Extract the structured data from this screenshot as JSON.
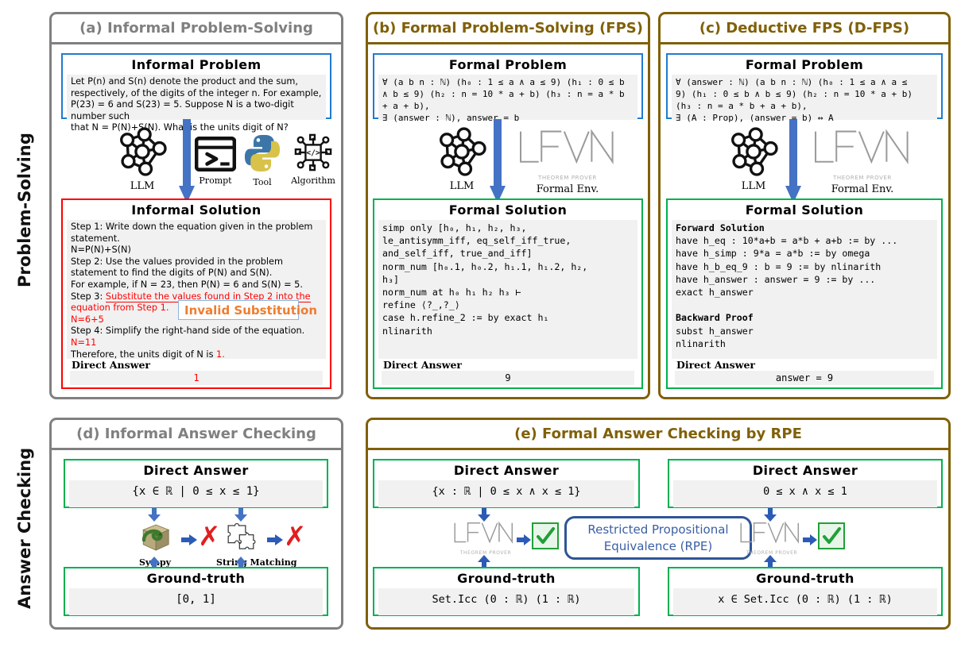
{
  "row_labels": {
    "problem_solving": "Problem-Solving",
    "answer_checking": "Answer Checking"
  },
  "panels": {
    "a": {
      "title": "(a) Informal Problem-Solving",
      "problem": {
        "title": "Informal Problem",
        "text": "Let P(n) and S(n) denote the product and the sum,\nrespectively, of the digits of the integer n. For example,\nP(23) = 6 and S(23) = 5. Suppose N is a two-digit number such\nthat N = P(N)+S(N). What is the units digit of N?"
      },
      "icons": [
        {
          "name": "LLM",
          "icon": "neural-network-icon"
        },
        {
          "name": "Prompt",
          "icon": "terminal-window-icon"
        },
        {
          "name": "Tool",
          "icon": "python-logo-icon"
        },
        {
          "name": "Algorithm",
          "icon": "algorithm-code-icon"
        }
      ],
      "solution": {
        "title": "Informal Solution",
        "lines": [
          {
            "text": "Step 1: Write down the equation given in the problem",
            "style": "black"
          },
          {
            "text": "statement.",
            "style": "black"
          },
          {
            "text": "N=P(N)+S(N)",
            "style": "black"
          },
          {
            "text": "Step 2: Use the values provided in the problem",
            "style": "black"
          },
          {
            "text": "statement to find the digits of P(N) and S(N).",
            "style": "black"
          },
          {
            "text": "For example, if N = 23, then P(N) = 6 and S(N) = 5.",
            "style": "black"
          },
          {
            "text": "Step 3: Substitute the values found in Step 2 into the",
            "style": "mixed-red-underline",
            "prefix": "Step 3: "
          },
          {
            "text": "equation from Step 1.",
            "style": "red"
          },
          {
            "text": "N=6+5",
            "style": "red"
          },
          {
            "text": "Step 4: Simplify the right-hand side of the equation.",
            "style": "black"
          },
          {
            "text": "N=11",
            "style": "red"
          },
          {
            "text": "Therefore, the units digit of N is 1.",
            "style": "mixed-tail-red",
            "tail": "1."
          }
        ],
        "callout": "Invalid Substitution",
        "direct_answer_label": "Direct Answer",
        "direct_answer_value": "1"
      }
    },
    "b": {
      "title": "(b) Formal Problem-Solving (FPS)",
      "problem": {
        "title": "Formal Problem",
        "text": "∀ (a b n : ℕ) (h₀ : 1 ≤ a ∧ a ≤ 9) (h₁ : 0 ≤ b\n∧ b ≤ 9) (h₂ : n = 10 * a + b) (h₃ : n = a * b\n+ a + b),\n∃ (answer : ℕ), answer = b"
      },
      "icons": [
        {
          "name": "LLM",
          "icon": "neural-network-icon"
        },
        {
          "name": "Formal Env.",
          "icon": "lean-theorem-prover-icon"
        }
      ],
      "lean_caption": "THEOREM PROVER",
      "solution": {
        "title": "Formal Solution",
        "text": "simp only [h₀, h₁, h₂, h₃,\nle_antisymm_iff, eq_self_iff_true,\nand_self_iff, true_and_iff]\nnorm_num [h₀.1, h₀.2, h₁.1, h₁.2, h₂,\nh₃]\nnorm_num at h₀ h₁ h₂ h₃ ⊢\nrefine ⟨?_,?_⟩\ncase h.refine_2 := by exact h₁\nnlinarith",
        "direct_answer_label": "Direct Answer",
        "direct_answer_value": "9"
      }
    },
    "c": {
      "title": "(c) Deductive FPS (D-FPS)",
      "problem": {
        "title": "Formal Problem",
        "text": "∀ (answer : ℕ) (a b n : ℕ) (h₀ : 1 ≤ a ∧ a ≤\n9) (h₁ : 0 ≤ b ∧ b ≤ 9) (h₂ : n = 10 * a + b)\n(h₃ : n = a * b + a + b),\n∃ (A : Prop), (answer = b) ↔ A"
      },
      "icons": [
        {
          "name": "LLM",
          "icon": "neural-network-icon"
        },
        {
          "name": "Formal Env.",
          "icon": "lean-theorem-prover-icon"
        }
      ],
      "lean_caption": "THEOREM PROVER",
      "solution": {
        "title": "Formal Solution",
        "text": "Forward Solution\nhave h_eq : 10*a+b = a*b + a+b := by ...\nhave h_simp : 9*a = a*b := by omega\nhave h_b_eq_9 : b = 9 := by nlinarith\nhave h_answer : answer = 9 := by ...\nexact h_answer\n\nBackward Proof\nsubst h_answer\nnlinarith",
        "bold_lines": [
          "Forward Solution",
          "Backward Proof"
        ],
        "direct_answer_label": "Direct Answer",
        "direct_answer_value": "answer = 9"
      }
    },
    "d": {
      "title": "(d) Informal Answer Checking",
      "direct_answer": {
        "title": "Direct Answer",
        "value": "{x ∈ ℝ | 0 ≤ x ≤ 1}"
      },
      "checkers": [
        {
          "name": "Sympy",
          "icon": "sympy-logo-icon",
          "result": "✗"
        },
        {
          "name": "String Matching",
          "icon": "puzzle-pieces-icon",
          "result": "✗"
        }
      ],
      "ground_truth": {
        "title": "Ground-truth",
        "value": "[0, 1]"
      }
    },
    "e": {
      "title": "(e) Formal Answer Checking by RPE",
      "rpe_label": "Restricted Propositional\nEquivalence (RPE)",
      "lean_caption": "THEOREM PROVER",
      "left": {
        "direct_answer": {
          "title": "Direct Answer",
          "value": "{x : ℝ | 0 ≤ x ∧ x ≤ 1}"
        },
        "ground_truth": {
          "title": "Ground-truth",
          "value": "Set.Icc (0 : ℝ) (1 : ℝ)"
        },
        "result": "✓"
      },
      "right": {
        "direct_answer": {
          "title": "Direct Answer",
          "value": "0 ≤ x ∧ x ≤ 1"
        },
        "ground_truth": {
          "title": "Ground-truth",
          "value": "x ∈ Set.Icc (0 : ℝ) (1 : ℝ)"
        },
        "result": "✓"
      }
    }
  },
  "colors": {
    "gray_border": "#808080",
    "olive_border": "#806008",
    "blue_border": "#1F7BD0",
    "green_border": "#00B050",
    "red_border": "#FF0000",
    "arrow_blue": "#4472C4",
    "orange_text": "#ED7D31",
    "rpe_blue": "#2E5596",
    "check_green": "#21A038"
  }
}
